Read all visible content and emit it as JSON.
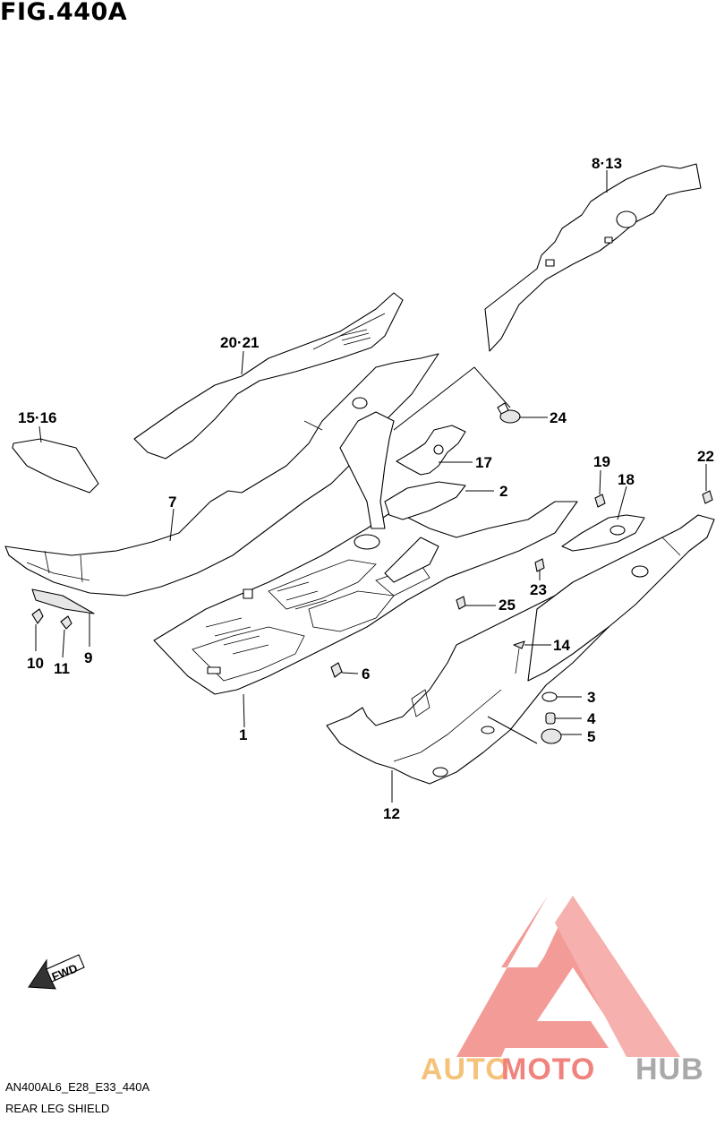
{
  "figure": {
    "title": "FIG.440A",
    "model_code": "AN400AL6_E28_E33_440A",
    "section_name": "REAR LEG SHIELD"
  },
  "fwd_label": "FWD",
  "callouts": [
    "1",
    "2",
    "3",
    "4",
    "5",
    "6",
    "7",
    "8·13",
    "9",
    "10",
    "11",
    "12",
    "14",
    "15·16",
    "17",
    "18",
    "19",
    "20·21",
    "22",
    "23",
    "24",
    "25"
  ],
  "watermark": {
    "part1": "AUTO",
    "part2": "MOTO",
    "part3": "HUB",
    "colors": {
      "auto": "#f5c27a",
      "moto": "#f0837e",
      "hub": "#a9a9a9",
      "triangle": "#f28b86"
    }
  }
}
